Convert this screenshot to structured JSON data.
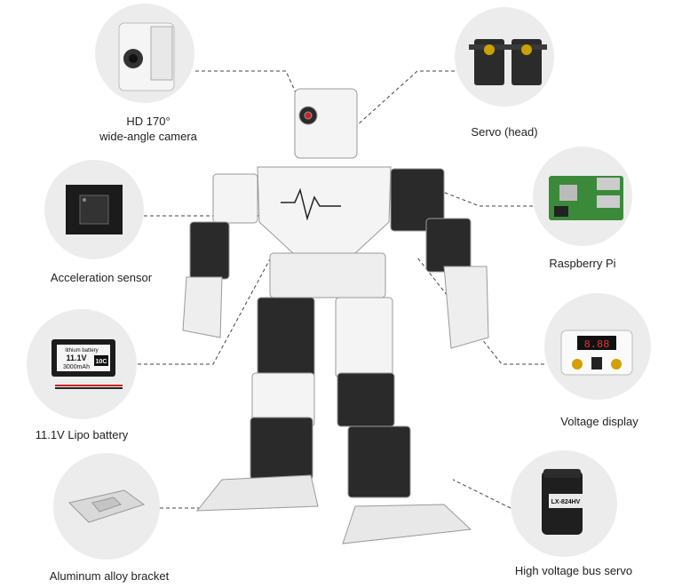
{
  "components": {
    "camera": {
      "label_line1": "HD 170°",
      "label_line2": "wide-angle camera"
    },
    "servo_head": {
      "label": "Servo (head)"
    },
    "acceleration_sensor": {
      "label": "Acceleration sensor"
    },
    "raspberry_pi": {
      "label": "Raspberry Pi"
    },
    "battery": {
      "label": "11.1V Lipo battery",
      "printed_line1": "lithium battery",
      "printed_line2": "11.1V",
      "printed_line3": "3000mAh",
      "printed_badge": "10C"
    },
    "voltage_display": {
      "label": "Voltage display",
      "readout": "8.88"
    },
    "bracket": {
      "label": "Aluminum alloy bracket"
    },
    "bus_servo": {
      "label": "High voltage bus servo",
      "printed_text": "LX-824HV"
    }
  },
  "colors": {
    "circle_bg": "#ececec",
    "line": "#444444",
    "robot_white": "#f4f4f4",
    "robot_dark": "#2a2a2a"
  }
}
